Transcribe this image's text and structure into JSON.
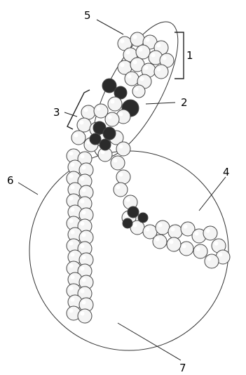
{
  "labels": {
    "l1": "1",
    "l2": "2",
    "l3": "3",
    "l4": "4",
    "l5": "5",
    "l6": "6",
    "l7": "7"
  },
  "colors": {
    "light_atom": "#f4f4f4",
    "dark_atom": "#2b2b2b",
    "outline": "#444444"
  }
}
